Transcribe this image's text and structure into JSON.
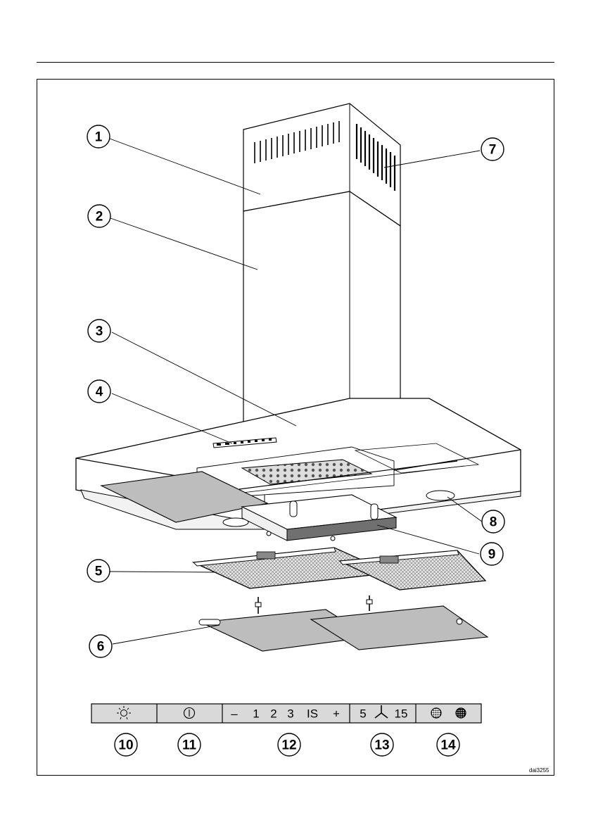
{
  "callouts": {
    "c1": "1",
    "c2": "2",
    "c3": "3",
    "c4": "4",
    "c5": "5",
    "c6": "6",
    "c7": "7",
    "c8": "8",
    "c9": "9",
    "c10": "10",
    "c11": "11",
    "c12": "12",
    "c13": "13",
    "c14": "14"
  },
  "control_panel": {
    "speed_minus": "–",
    "speed_1": "1",
    "speed_2": "2",
    "speed_3": "3",
    "speed_is": "IS",
    "speed_plus": "+",
    "delay_5": "5",
    "delay_15": "15"
  },
  "reference_code": "dai3255",
  "icons": {
    "light": "light-bulb-sun-icon",
    "power": "power-on-off-icon",
    "fan": "fan-icon",
    "filter_grease": "grease-filter-indicator-icon",
    "filter_charcoal": "charcoal-filter-indicator-icon"
  }
}
